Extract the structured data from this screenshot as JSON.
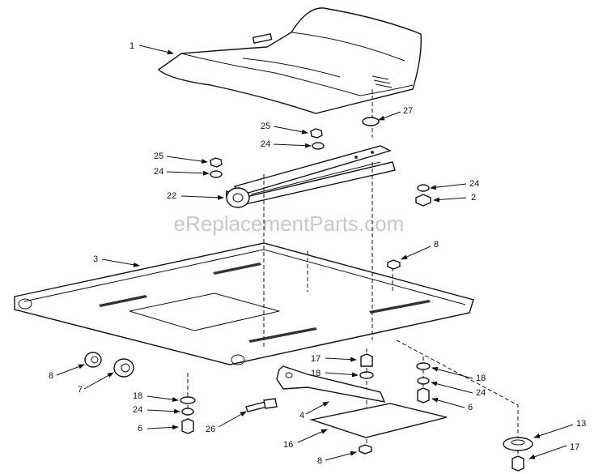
{
  "watermark": "eReplacementParts.com",
  "callouts": {
    "c1": "1",
    "c2": "2",
    "c3": "3",
    "c4": "4",
    "c6a": "6",
    "c6b": "6",
    "c7": "7",
    "c8a": "8",
    "c8b": "8",
    "c8c": "8",
    "c13": "13",
    "c16": "16",
    "c17a": "17",
    "c17b": "17",
    "c18a": "18",
    "c18b": "18",
    "c18c": "18",
    "c22": "22",
    "c24a": "24",
    "c24b": "24",
    "c24c": "24",
    "c24d": "24",
    "c24e": "24",
    "c25a": "25",
    "c25b": "25",
    "c26": "26",
    "c27": "27"
  }
}
